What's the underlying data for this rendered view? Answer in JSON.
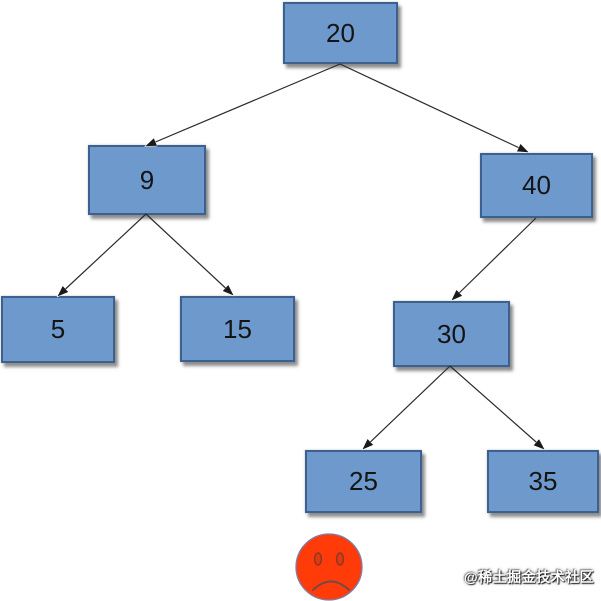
{
  "diagram": {
    "type": "binary-search-tree",
    "nodes": [
      {
        "id": "20",
        "label": "20"
      },
      {
        "id": "9",
        "label": "9"
      },
      {
        "id": "40",
        "label": "40"
      },
      {
        "id": "5",
        "label": "5"
      },
      {
        "id": "15",
        "label": "15"
      },
      {
        "id": "30",
        "label": "30"
      },
      {
        "id": "25",
        "label": "25"
      },
      {
        "id": "35",
        "label": "35"
      }
    ],
    "edges": [
      {
        "from": "20",
        "to": "9"
      },
      {
        "from": "20",
        "to": "40"
      },
      {
        "from": "9",
        "to": "5"
      },
      {
        "from": "9",
        "to": "15"
      },
      {
        "from": "40",
        "to": "30"
      },
      {
        "from": "30",
        "to": "25"
      },
      {
        "from": "30",
        "to": "35"
      }
    ]
  },
  "emoji": {
    "name": "sad-face"
  },
  "watermark": {
    "text": "@稀土掘金技术社区"
  },
  "colors": {
    "node_fill": "#6E99CD",
    "node_border": "#3D618F",
    "edge_line": "#2b2b2b",
    "face_fill": "#FF3B0A",
    "face_outline": "#7B7FAE"
  }
}
